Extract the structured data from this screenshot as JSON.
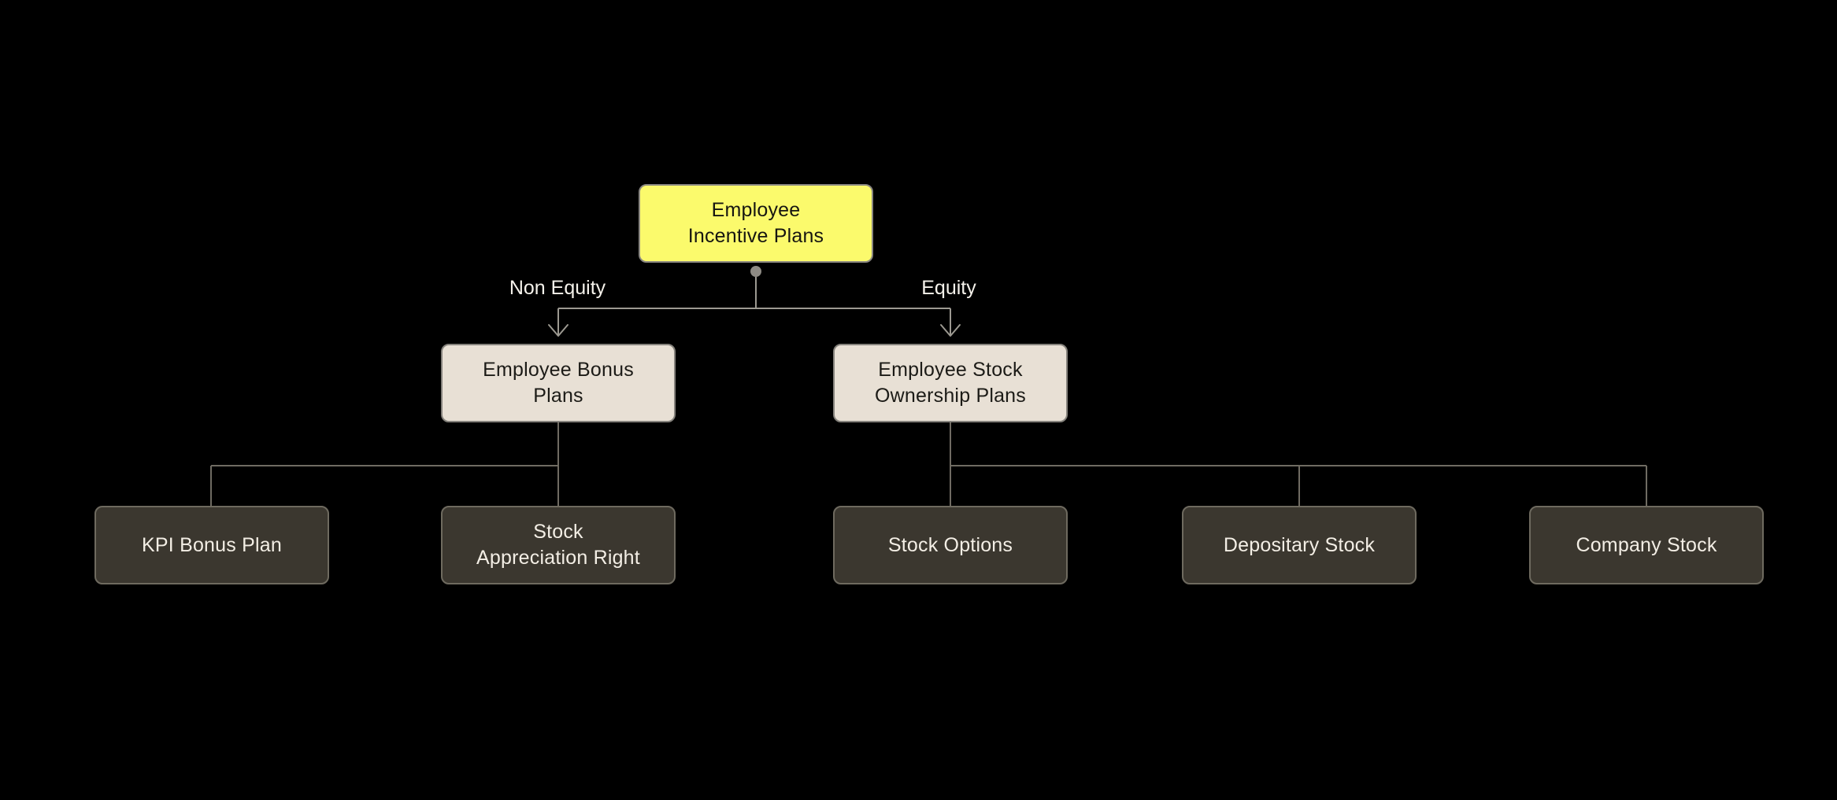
{
  "diagram": {
    "type": "flowchart-org-tree",
    "background": "#000000"
  },
  "nodes": [
    {
      "id": "employee-incentive-plans",
      "level": "root",
      "lines": [
        "Employee",
        "Incentive Plans"
      ],
      "fill": "#FBFA6C",
      "text_color": "#161511"
    },
    {
      "id": "employee-bonus-plans",
      "level": "branch",
      "lines": [
        "Employee Bonus",
        "Plans"
      ],
      "fill": "#E8E0D5",
      "text_color": "#1C1B17"
    },
    {
      "id": "employee-stock-ownership-plans",
      "level": "branch",
      "lines": [
        "Employee Stock",
        "Ownership Plans"
      ],
      "fill": "#E8E0D5",
      "text_color": "#1C1B17"
    },
    {
      "id": "kpi-bonus-plan",
      "level": "leaf",
      "lines": [
        "KPI Bonus Plan"
      ],
      "fill": "#3B372F",
      "text_color": "#F3EEE5"
    },
    {
      "id": "stock-appreciation-right",
      "level": "leaf",
      "lines": [
        "Stock",
        "Appreciation Right"
      ],
      "fill": "#3B372F",
      "text_color": "#F3EEE5"
    },
    {
      "id": "stock-options",
      "level": "leaf",
      "lines": [
        "Stock Options"
      ],
      "fill": "#3B372F",
      "text_color": "#F3EEE5"
    },
    {
      "id": "depositary-stock",
      "level": "leaf",
      "lines": [
        "Depositary Stock"
      ],
      "fill": "#3B372F",
      "text_color": "#F3EEE5"
    },
    {
      "id": "company-stock",
      "level": "leaf",
      "lines": [
        "Company Stock"
      ],
      "fill": "#3B372F",
      "text_color": "#F3EEE5"
    }
  ],
  "edges": [
    {
      "from": "employee-incentive-plans",
      "to": "employee-bonus-plans",
      "label": "Non Equity"
    },
    {
      "from": "employee-incentive-plans",
      "to": "employee-stock-ownership-plans",
      "label": "Equity"
    },
    {
      "from": "employee-bonus-plans",
      "to": "kpi-bonus-plan"
    },
    {
      "from": "employee-bonus-plans",
      "to": "stock-appreciation-right"
    },
    {
      "from": "employee-stock-ownership-plans",
      "to": "stock-options"
    },
    {
      "from": "employee-stock-ownership-plans",
      "to": "depositary-stock"
    },
    {
      "from": "employee-stock-ownership-plans",
      "to": "company-stock"
    }
  ],
  "colors": {
    "background": "#000000",
    "root_fill": "#FBFA6C",
    "branch_fill": "#E8E0D5",
    "leaf_fill": "#3B372F",
    "leaf_text": "#F3EEE5",
    "box_text_dark": "#1C1B17",
    "edge_label_text": "#F5F2EB",
    "connector_upper": "#9C9991",
    "connector_lower": "#6F6B62",
    "origin_dot": "#8E8B84"
  }
}
